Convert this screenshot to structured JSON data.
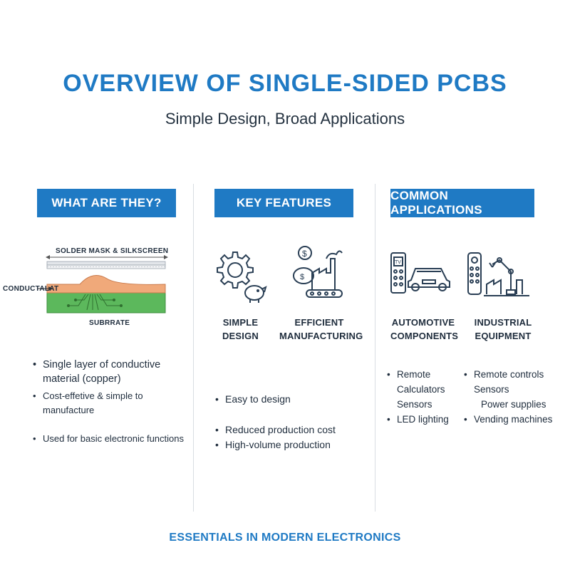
{
  "title": "OVERVIEW OF SINGLE-SIDED PCBS",
  "subtitle": "Simple Design, Broad Applications",
  "columns": [
    {
      "header": "WHAT ARE THEY?",
      "diagram": {
        "top_label": "SOLDER MASK & SILKSCREEN",
        "left_label": "CONDUCTALAT",
        "bottom_label": "SUBRRATE"
      },
      "bullets": [
        "Single layer of conductive material (copper)",
        "Cost-effetive & simple to manufacture",
        "Used for basic electronic functions"
      ]
    },
    {
      "header": "KEY FEATURES",
      "features": [
        {
          "label_line1": "SIMPLE",
          "label_line2": "DESIGN",
          "icon": "gear-piggy-bank-icon"
        },
        {
          "label_line1": "EFFICIENT",
          "label_line2": "MANUFACTURING",
          "icon": "factory-money-icon"
        }
      ],
      "bullets": [
        "Easy to design",
        "Reduced production cost",
        "High-volume production"
      ]
    },
    {
      "header": "COMMON APPLICATIONS",
      "apps": [
        {
          "label_line1": "AUTOMOTIVE",
          "label_line2": "COMPONENTS",
          "icon": "remote-car-icon"
        },
        {
          "label_line1": "INDUSTRIAL",
          "label_line2": "EQUIPMENT",
          "icon": "remote-robot-arm-icon"
        }
      ],
      "bullets_left": [
        "Remote",
        "Calculators",
        "Sensors",
        "LED lighting"
      ],
      "bullets_right": [
        "Remote controls",
        "Sensors",
        "Power supplies",
        "Vending machines"
      ],
      "tv_text": "TV"
    }
  ],
  "footer": "ESSENTIALS IN MODERN ELECTRONICS",
  "colors": {
    "accent": "#1f7ac4",
    "copper": "#f0a97a",
    "substrate": "#5cb85c"
  }
}
